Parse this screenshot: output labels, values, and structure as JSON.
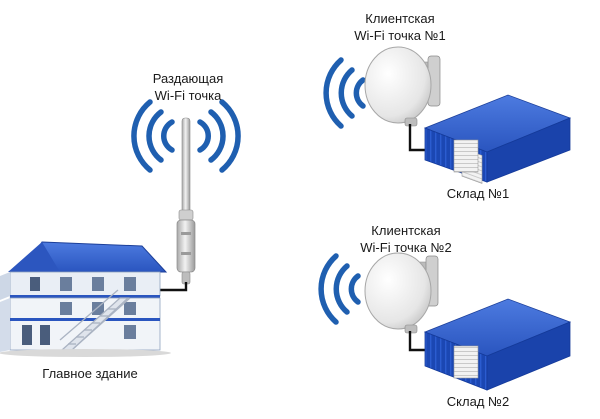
{
  "labels": {
    "transmitter": {
      "line1": "Раздающая",
      "line2": "Wi-Fi точка"
    },
    "client1": {
      "line1": "Клиентская",
      "line2": "Wi-Fi точка №1"
    },
    "client2": {
      "line1": "Клиентская",
      "line2": "Wi-Fi точка №2"
    },
    "main_building": "Главное здание",
    "warehouse1": "Склад №1",
    "warehouse2": "Склад №2"
  },
  "colors": {
    "signal": "#1f5fb0",
    "roof": "#3563c9",
    "wall": "#1740a8",
    "cable": "#111111"
  }
}
